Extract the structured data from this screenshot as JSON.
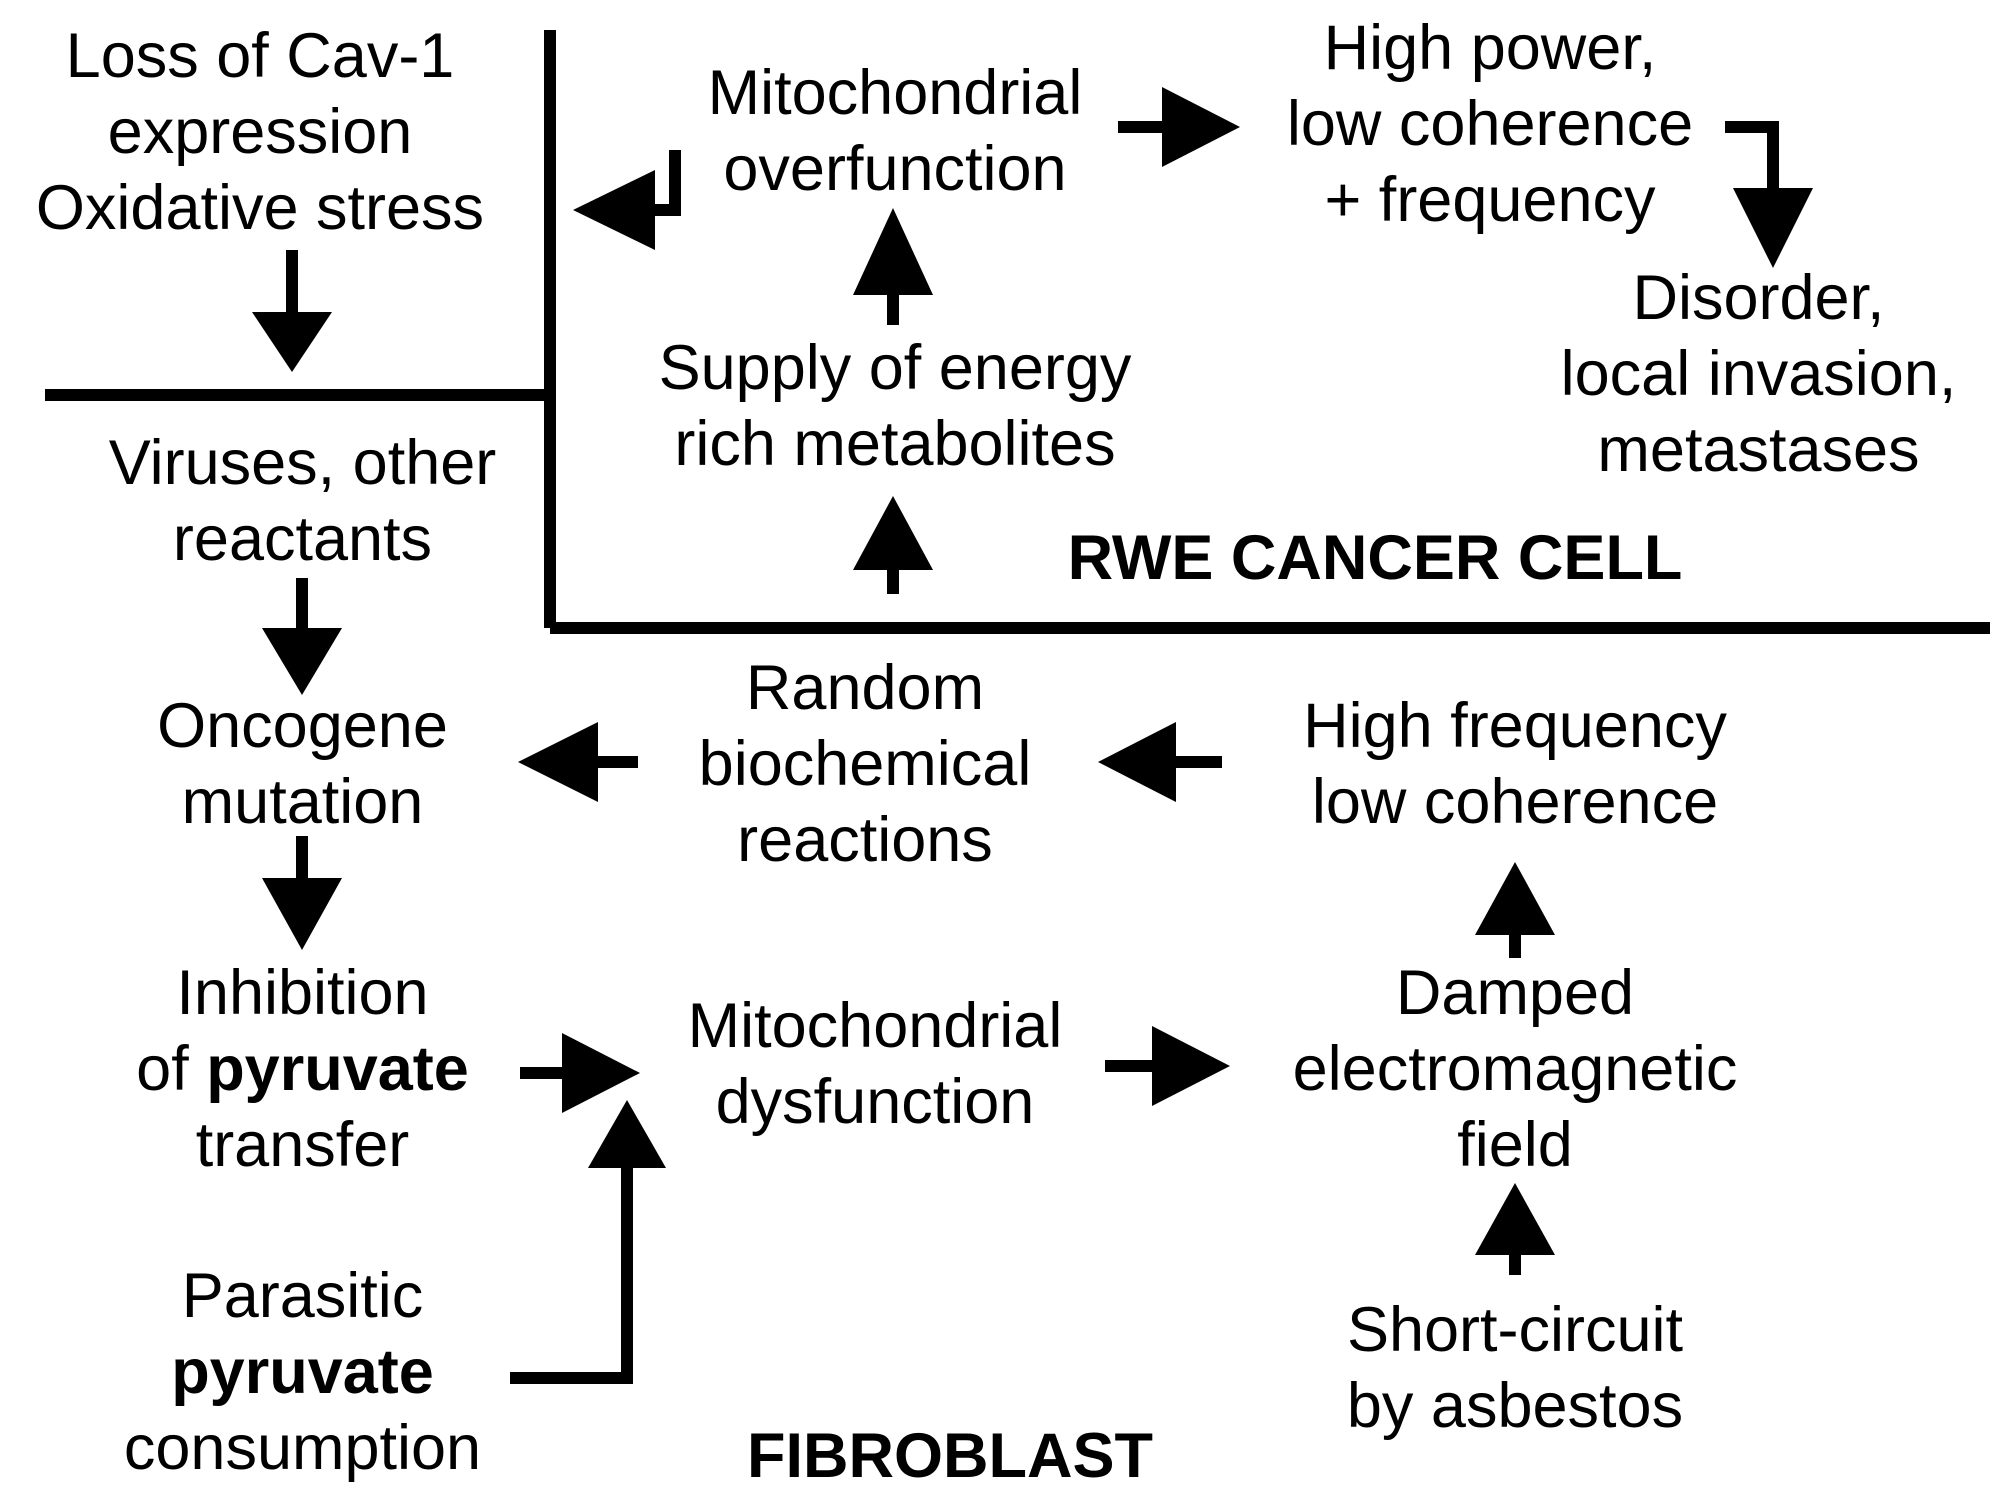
{
  "regions": {
    "cancer_cell_label": "RWE CANCER CELL",
    "fibroblast_label": "FIBROBLAST"
  },
  "nodes": {
    "loss_cav1": [
      "Loss of Cav-1",
      "expression",
      "Oxidative stress"
    ],
    "viruses": [
      "Viruses, other",
      "reactants"
    ],
    "oncogene": [
      "Oncogene",
      "mutation"
    ],
    "inhibition": {
      "line1": "Inhibition",
      "line2_pre": "of ",
      "line2_bold": "pyruvate",
      "line3": "transfer"
    },
    "parasitic": {
      "line1": "Parasitic",
      "line2_bold": "pyruvate",
      "line3": "consumption"
    },
    "mito_overfunction": [
      "Mitochondrial",
      "overfunction"
    ],
    "high_power": [
      "High power,",
      "low coherence",
      "+ frequency"
    ],
    "disorder": [
      "Disorder,",
      "local invasion,",
      "metastases"
    ],
    "supply": [
      "Supply of energy",
      "rich metabolites"
    ],
    "random": [
      "Random",
      "biochemical",
      "reactions"
    ],
    "high_freq": [
      "High frequency",
      "low coherence"
    ],
    "mito_dysfunction": [
      "Mitochondrial",
      "dysfunction"
    ],
    "damped": [
      "Damped",
      "electromagnetic",
      "field"
    ],
    "short_circuit": [
      "Short-circuit",
      "by asbestos"
    ]
  },
  "colors": {
    "ink": "#000000",
    "background": "#ffffff"
  }
}
